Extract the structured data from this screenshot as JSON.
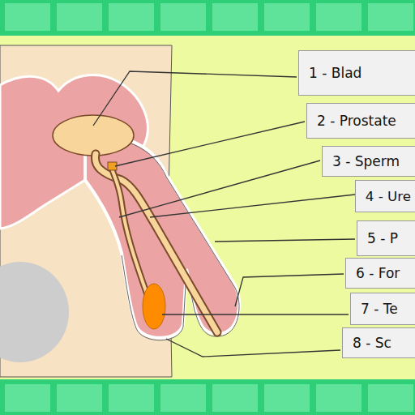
{
  "diagram": {
    "nodes": [
      {
        "text": [
          "1 - Blad"
        ]
      },
      {
        "text": [
          "2 - Prostate"
        ]
      },
      {
        "text": [
          "3 - Sperm"
        ]
      },
      {
        "text": [
          "4 - Ure"
        ]
      },
      {
        "text": [
          "5 - P"
        ]
      },
      {
        "text": [
          "6 - For"
        ]
      },
      {
        "text": [
          "7 - Te"
        ]
      },
      {
        "text": [
          "8 - Sc"
        ]
      }
    ]
  }
}
